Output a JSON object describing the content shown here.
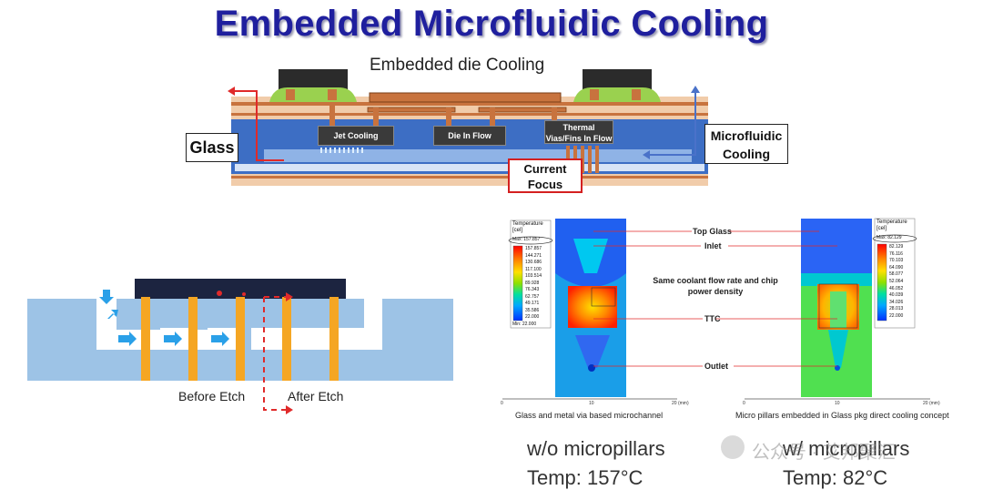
{
  "title": "Embedded Microfluidic Cooling",
  "top_diagram": {
    "subtitle": "Embedded die Cooling",
    "glass_label": "Glass",
    "microfluidic_label_line1": "Microfluidic",
    "microfluidic_label_line2": "Cooling",
    "jet_cooling": "Jet Cooling",
    "die_in_flow": "Die In Flow",
    "thermal_line1": "Thermal",
    "thermal_line2": "Vias/Fins In Flow",
    "current_line1": "Current",
    "current_line2": "Focus"
  },
  "etch_diagram": {
    "before_label": "Before Etch",
    "after_label": "After Etch"
  },
  "sim_left": {
    "legend_title_line1": "Temperature",
    "legend_title_line2": "[cel]",
    "legend_max": "Max: 157.857",
    "legend_min": "Min: 22.000",
    "legend_values": [
      "157.857",
      "144.271",
      "130.686",
      "117.100",
      "103.514",
      "89.928",
      "76.343",
      "62.757",
      "49.171",
      "35.586",
      "22.000"
    ],
    "axis_ticks": [
      "0",
      "10",
      "20 (mm)"
    ],
    "caption": "Glass and metal via based microchannel"
  },
  "sim_right": {
    "legend_title_line1": "Temperature",
    "legend_title_line2": "[cel]",
    "legend_max": "Max: 82.129",
    "legend_values": [
      "82.129",
      "76.116",
      "70.103",
      "64.090",
      "58.077",
      "52.064",
      "46.052",
      "40.039",
      "34.026",
      "28.013",
      "22.000"
    ],
    "axis_ticks": [
      "0",
      "10",
      "20 (mm)"
    ],
    "caption": "Micro pillars embedded in Glass pkg direct cooling concept"
  },
  "annotations": {
    "top_glass": "Top Glass",
    "inlet": "Inlet",
    "middle_line1": "Same coolant flow rate and chip",
    "middle_line2": "power density",
    "ttc": "TTC",
    "outlet": "Outlet"
  },
  "results": {
    "left_heading": "w/o micropillars",
    "left_temp": "Temp: 157°C",
    "right_heading": "w/ micropillars",
    "right_temp": "Temp: 82°C"
  },
  "watermark": "公众号 · 艾邦聚汇",
  "colors": {
    "title": "#1f1f9e",
    "glass": "#3d6ec4",
    "copper": "#c8733e",
    "red_box": "#d42020"
  }
}
